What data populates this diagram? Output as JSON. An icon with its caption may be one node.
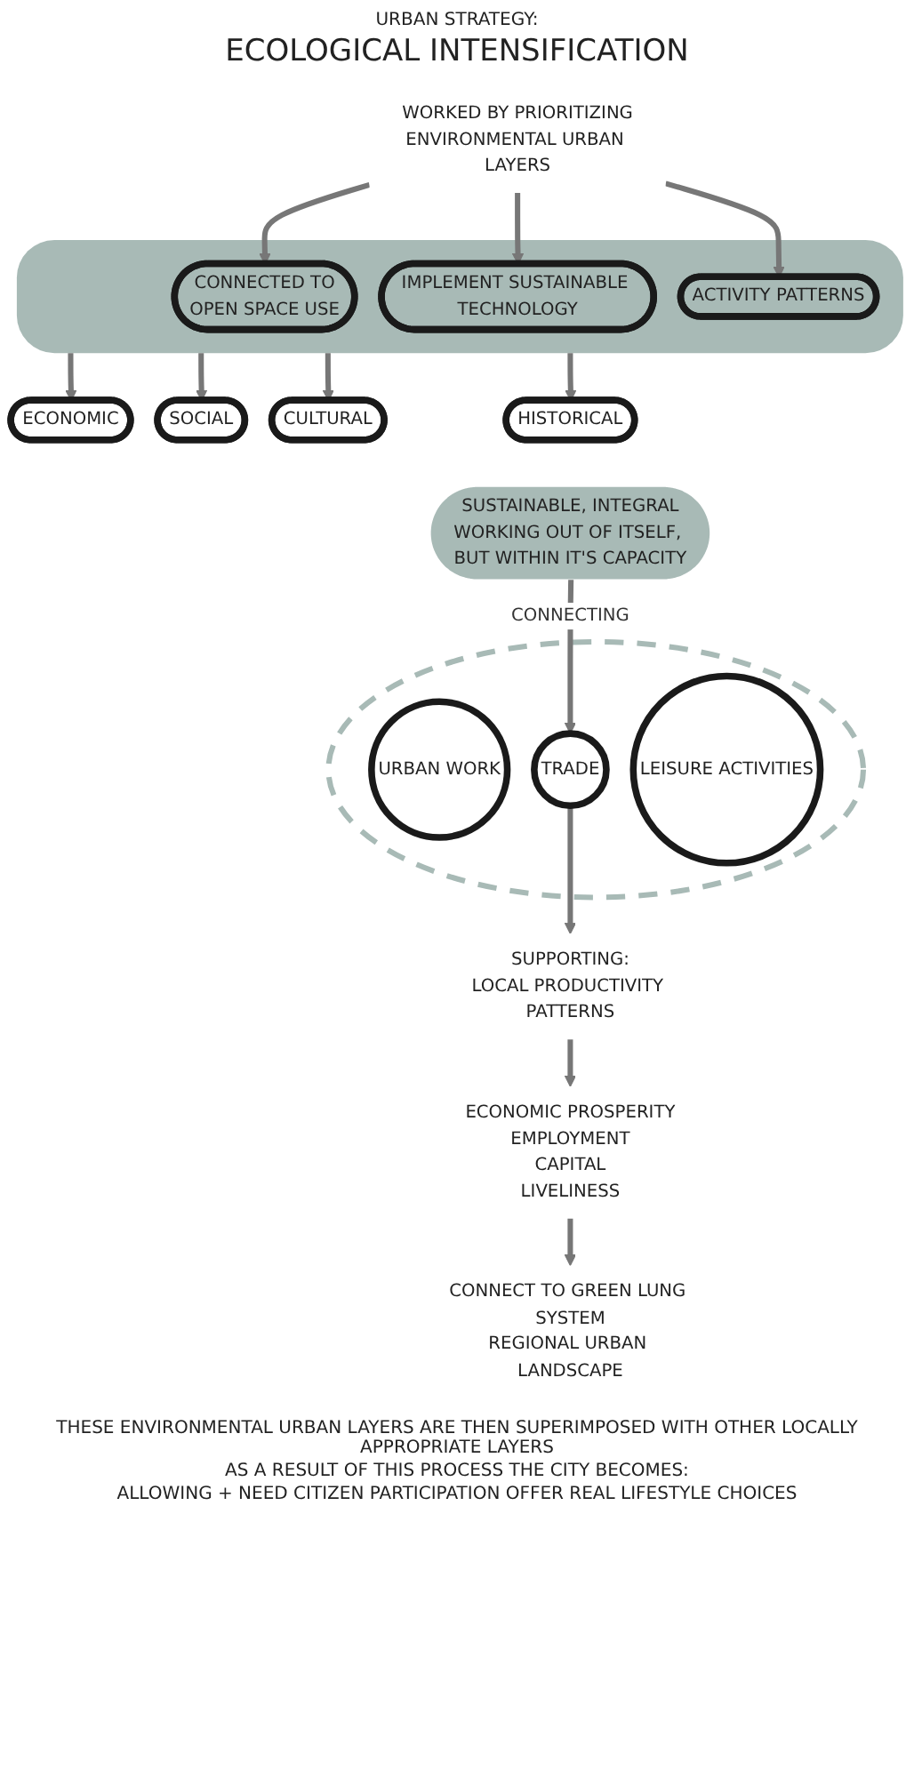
{
  "diagram": {
    "title": "ECOLOGICAL INTENSIFICATION",
    "nodes": [
      {
        "text": [
          "WORKED BY PRIORITIZING",
          "ENVIRONMENTAL URBAN LAYERS"
        ]
      },
      {
        "text": [],
        "shape": "box"
      },
      {
        "text": [
          "CONNECTED TO",
          "OPEN SPACE USE"
        ],
        "in": 1
      },
      {
        "text": [
          "IMPLEMENT SUSTAINABLE TECHNOLOGY"
        ],
        "in": 1
      },
      {
        "text": [
          "ACTIVITY PATTERNS"
        ],
        "in": 1
      },
      {
        "text": [
          "ECONOMIC"
        ]
      },
      {
        "text": [
          "SOCIAL"
        ]
      },
      {
        "text": [
          "CULTURAL"
        ]
      },
      {
        "text": [
          "HISTORICAL"
        ]
      },
      {
        "text": [
          "SUSTAINABLE, INTEGRAL",
          "WORKING OUT OF ITSELF, BUT WITHIN IT'S CAPACITY"
        ]
      },
      {
        "text": [],
        "shape": "ellipse"
      },
      {
        "text": [
          "URBAN WORK"
        ],
        "in": 10
      },
      {
        "text": [
          "TRADE"
        ],
        "in": 10
      },
      {
        "text": [
          "LEISURE ACTIVITIES"
        ],
        "in": 10
      },
      {
        "text": [
          "SUPPORTING:",
          "LOCAL PRODUCTIVITY PATTERNS"
        ]
      },
      {
        "text": [
          "ECONOMIC PROSPERITY",
          "EMPLOYMENT",
          "CAPITAL",
          "LIVELINESS"
        ]
      },
      {
        "text": [
          "CONNECT TO GREEN LUNG SYSTEM",
          "REGIONAL URBAN LANDSCAPE"
        ]
      }
    ],
    "edges": [
      {
        "from": 0,
        "to": 2,
        "arrow": "to"
      },
      {
        "from": 0,
        "to": 3,
        "arrow": "to"
      },
      {
        "from": 0,
        "to": 4,
        "arrow": "to"
      },
      {
        "from": 1,
        "to": 5,
        "arrow": "to"
      },
      {
        "from": 1,
        "to": 6,
        "arrow": "to"
      },
      {
        "from": 1,
        "to": 7,
        "arrow": "to"
      },
      {
        "from": 1,
        "to": 8,
        "arrow": "to"
      },
      {
        "from": 9,
        "to": 12,
        "arrow": "to",
        "label": "CONNECTING"
      },
      {
        "from": 12,
        "to": 14,
        "arrow": "to"
      },
      {
        "from": 14,
        "to": 15,
        "arrow": "to"
      },
      {
        "from": 15,
        "to": 16,
        "arrow": "to"
      }
    ],
    "labels": [
      "URBAN STRATEGY:",
      "THESE ENVIRONMENTAL URBAN LAYERS ARE THEN SUPERIMPOSED WITH OTHER LOCALLY APPROPRIATE LAYERS",
      "AS A RESULT OF THIS PROCESS THE CITY BECOMES:",
      "ALLOWING + NEED CITIZEN PARTICIPATION OFFER REAL LIFESTYLE CHOICES"
    ]
  }
}
